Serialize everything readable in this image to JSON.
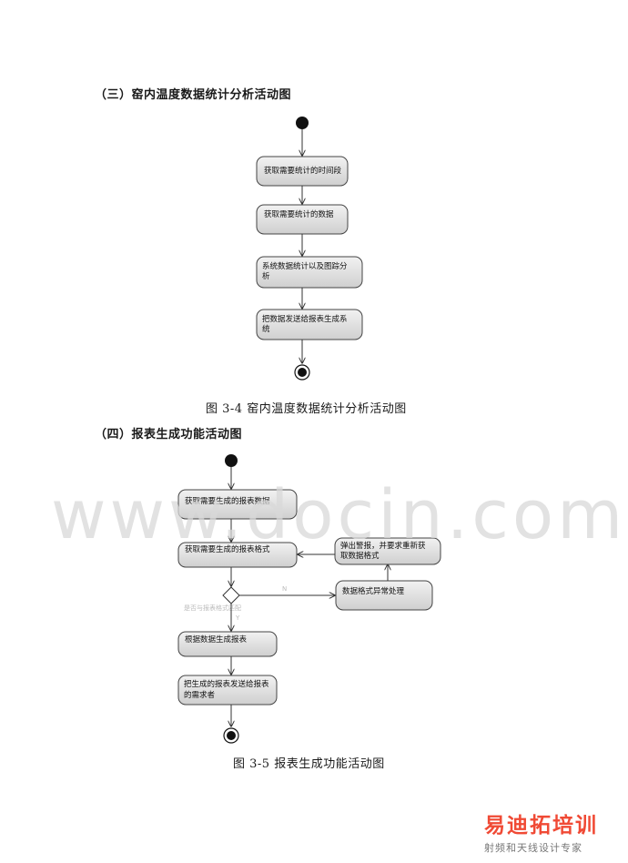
{
  "section3": {
    "heading": "（三）窑内温度数据统计分析活动图",
    "nodes": [
      "获取需要统计的时间段",
      "获取需要统计的数据",
      "系统数据统计以及图踪分",
      "析",
      "把数据发送给报表生成系",
      "统"
    ],
    "caption": "图 3-4 窑内温度数据统计分析活动图"
  },
  "section4": {
    "heading": "（四）报表生成功能活动图",
    "nodes": [
      "获取需要生成的报表数据",
      "获取需要生成的报表格式",
      "根据数据生成报表",
      "把生成的报表发送给报表",
      "的需求者"
    ],
    "exception_node": "数据格式异常处理",
    "alarm_node": [
      "弹出警报，并要求重新获",
      "取数据格式"
    ],
    "branch_no": "N",
    "branch_yes": "Y",
    "faint_label": "是否与报表格式匹配",
    "caption": "图 3-5 报表生成功能活动图"
  },
  "watermark": "www.docin.com",
  "logo": {
    "main": "易迪拓培训",
    "sub": "射频和天线设计专家"
  }
}
